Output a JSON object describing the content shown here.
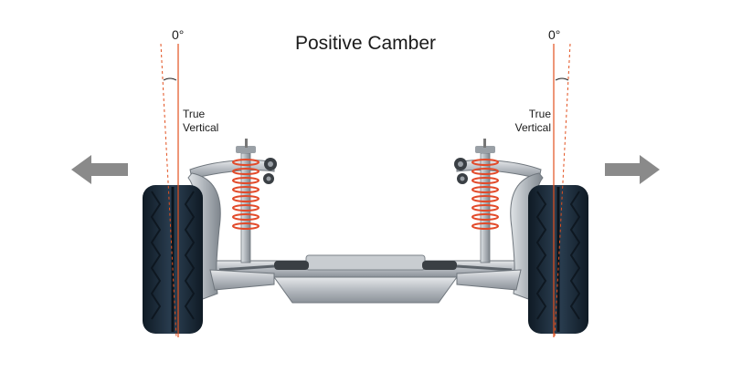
{
  "title": "Positive Camber",
  "left": {
    "angle_label": "0°",
    "vertical_label_line1": "True",
    "vertical_label_line2": "Vertical"
  },
  "right": {
    "angle_label": "0°",
    "vertical_label_line1": "True",
    "vertical_label_line2": "Vertical"
  },
  "colors": {
    "vertical_line": "#e2501e",
    "arrow": "#8a8a8a",
    "tire": "#1d2d3a",
    "spring": "#e24a2a",
    "metal": "#b9bec4"
  },
  "icons": [
    "arrow-left-icon",
    "arrow-right-icon"
  ]
}
